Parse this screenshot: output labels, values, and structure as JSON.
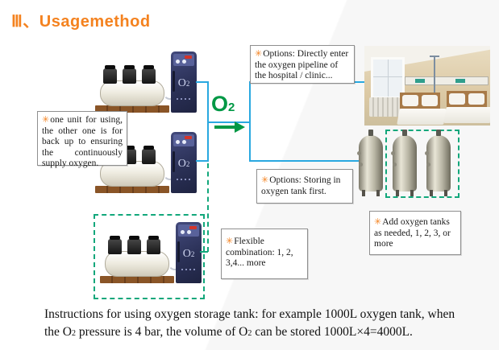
{
  "colors": {
    "accent_orange": "#F4821F",
    "connector_blue": "#29A8E0",
    "o2_green": "#009845",
    "dashed_teal": "#12A77B"
  },
  "title": "Ⅲ、Usagemethod",
  "flow": {
    "o2_main": "O",
    "o2_sub": "2"
  },
  "machine": {
    "cabinet_label": "O",
    "cabinet_label_sub": "2"
  },
  "notes": {
    "backup": {
      "star": "✳",
      "text": "one unit for using, the other one is for back up to ensuring the continuously supply oxygen."
    },
    "pipeline": {
      "star": "✳",
      "text": "Options: Directly enter the oxygen pipeline of the hospital / clinic..."
    },
    "storing": {
      "star": "✳",
      "text": "Options: Storing in oxygen tank first."
    },
    "flexible": {
      "star": "✳",
      "text": "Flexible combination: 1, 2, 3,4... more"
    },
    "add_tanks": {
      "star": "✳",
      "text": "Add oxygen tanks as needed, 1, 2, 3, or more"
    }
  },
  "footer": {
    "line1": "Instructions for using oxygen storage tank: for example 1000L oxygen tank, when",
    "line2_part1": "the O",
    "line2_sub1": "2",
    "line2_part2": " pressure is 4 bar, the volume of O",
    "line2_sub2": "2",
    "line2_part3": " can be stored 1000L×4=4000L."
  }
}
